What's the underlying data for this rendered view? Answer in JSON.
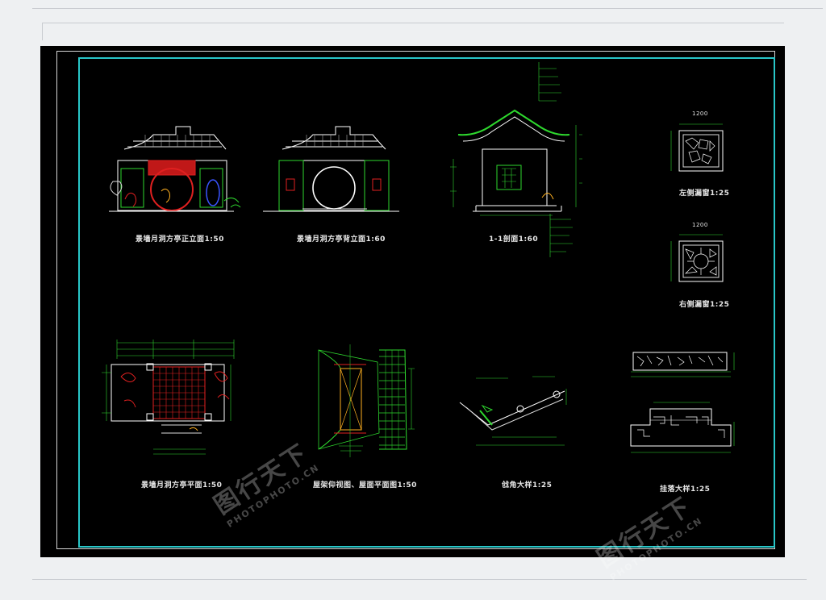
{
  "drawings": [
    {
      "id": "front-elevation",
      "title": "景墙月洞方亭正立面1:50"
    },
    {
      "id": "back-elevation",
      "title": "景墙月洞方亭背立面1:60"
    },
    {
      "id": "section-1-1",
      "title": "1-1剖面1:60"
    },
    {
      "id": "left-window",
      "title": "左侧漏窗1:25",
      "dim": "1200"
    },
    {
      "id": "right-window",
      "title": "右侧漏窗1:25",
      "dim": "1200"
    },
    {
      "id": "plan",
      "title": "景墙月洞方亭平面1:50"
    },
    {
      "id": "roof-plan",
      "title": "屋架仰视图、屋面平面图1:50"
    },
    {
      "id": "corner-detail",
      "title": "戗角大样1:25"
    },
    {
      "id": "rail-detail",
      "title": "挂落大样1:25"
    }
  ],
  "watermark": {
    "logo": "图行天下",
    "site": "PHOTOPHOTO.CN"
  },
  "colors": {
    "canvas": "#000000",
    "frame": "#28c6c8",
    "line": "#ffffff",
    "green": "#2ed82e",
    "red": "#e02020"
  }
}
